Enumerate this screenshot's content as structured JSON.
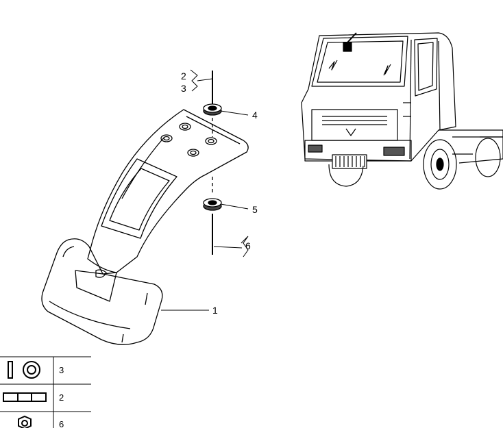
{
  "diagram": {
    "callouts": [
      {
        "id": "c1",
        "number": "1"
      },
      {
        "id": "c2",
        "number": "2"
      },
      {
        "id": "c3",
        "number": "3"
      },
      {
        "id": "c4",
        "number": "4"
      },
      {
        "id": "c5",
        "number": "5"
      },
      {
        "id": "c6",
        "number": "6"
      }
    ],
    "legend": [
      {
        "icon": "bolt-washer-icon",
        "number": "3"
      },
      {
        "icon": "bracket-strip-icon",
        "number": "2"
      },
      {
        "icon": "nut-icon",
        "number": "6"
      }
    ]
  }
}
